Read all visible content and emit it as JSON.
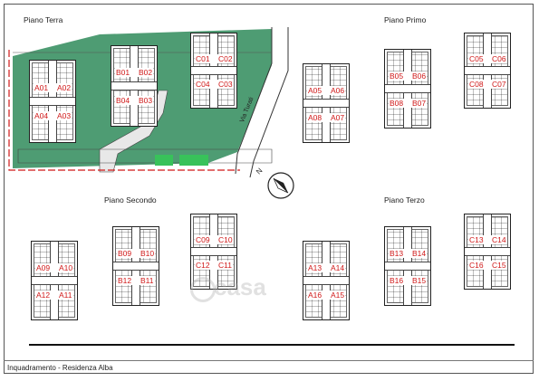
{
  "floors": {
    "terra": "Piano Terra",
    "primo": "Piano Primo",
    "secondo": "Piano Secondo",
    "terzo": "Piano Terzo"
  },
  "street": "Via Turati",
  "caption": "Inquadramento  - Residenza Alba",
  "watermark": "casa",
  "colors": {
    "unit_label": "#d01818",
    "lawn": "#2f8b5a",
    "hedge": "#38c25a",
    "boundary": "#d01818"
  },
  "units": {
    "terra": {
      "A": [
        "A01",
        "A02",
        "A04",
        "A03"
      ],
      "B": [
        "B01",
        "B02",
        "B04",
        "B03"
      ],
      "C": [
        "C01",
        "C02",
        "C04",
        "C03"
      ]
    },
    "primo": {
      "A": [
        "A05",
        "A06",
        "A08",
        "A07"
      ],
      "B": [
        "B05",
        "B06",
        "B08",
        "B07"
      ],
      "C": [
        "C05",
        "C06",
        "C08",
        "C07"
      ]
    },
    "secondo": {
      "A": [
        "A09",
        "A10",
        "A12",
        "A11"
      ],
      "B": [
        "B09",
        "B10",
        "B12",
        "B11"
      ],
      "C": [
        "C09",
        "C10",
        "C12",
        "C11"
      ]
    },
    "terzo": {
      "A": [
        "A13",
        "A14",
        "A16",
        "A15"
      ],
      "B": [
        "B13",
        "B14",
        "B16",
        "B15"
      ],
      "C": [
        "C13",
        "C14",
        "C16",
        "C15"
      ]
    }
  }
}
